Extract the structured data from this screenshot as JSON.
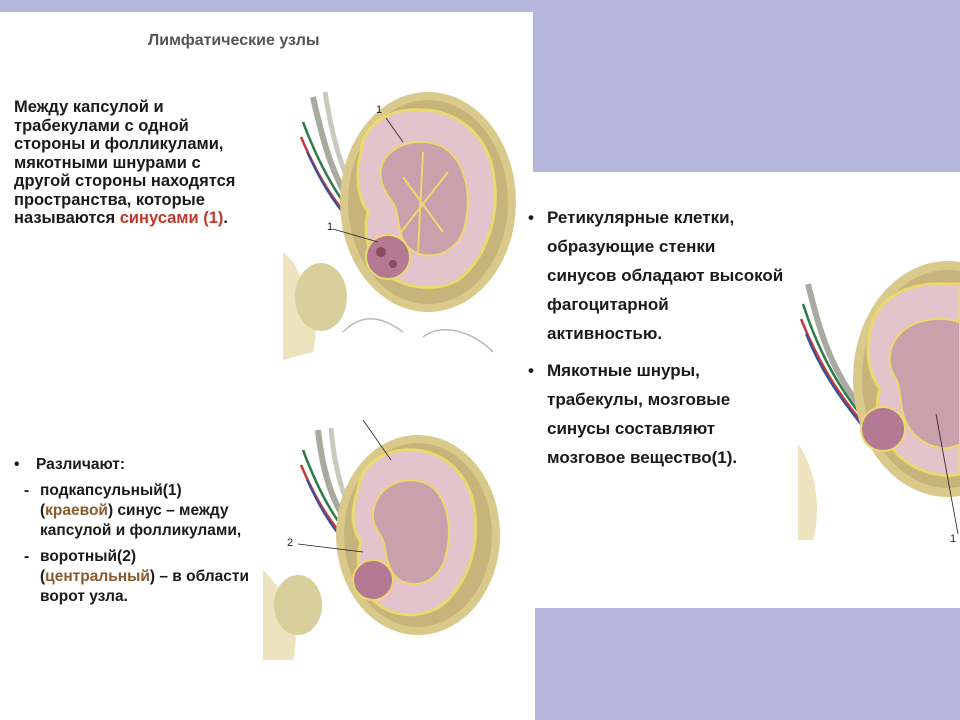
{
  "title": "Лимфатические узлы",
  "paragraph": {
    "text": "Между капсулой и трабекулами с одной стороны и фолликулами, мякотными шнурами с другой стороны находятся пространства, которые называются",
    "highlight": "синусами (1)",
    "end": "."
  },
  "left_list": {
    "intro": "Различают:",
    "item1": {
      "pre": "подкапсульный(1) (",
      "highlight": "краевой",
      "post": ") синус – между капсулой и фолликулами,"
    },
    "item2": {
      "pre": "воротный(2) (",
      "highlight": "центральный",
      "post": ") – в области ворот узла."
    }
  },
  "right_list": {
    "item1": "Ретикулярные клетки, образующие стенки синусов обладают высокой фагоцитарной активностью.",
    "item2": "Мякотные шнуры, трабекулы, мозговые синусы составляют мозговое вещество(1)."
  },
  "labels": {
    "top_1a": "1",
    "top_1b": "1",
    "bottom_2": "2",
    "right_1": "1"
  },
  "colors": {
    "background": "#b4b6dc",
    "panel": "#ffffff",
    "highlight_red": "#c0392b",
    "highlight_brown": "#8a5a2b"
  }
}
